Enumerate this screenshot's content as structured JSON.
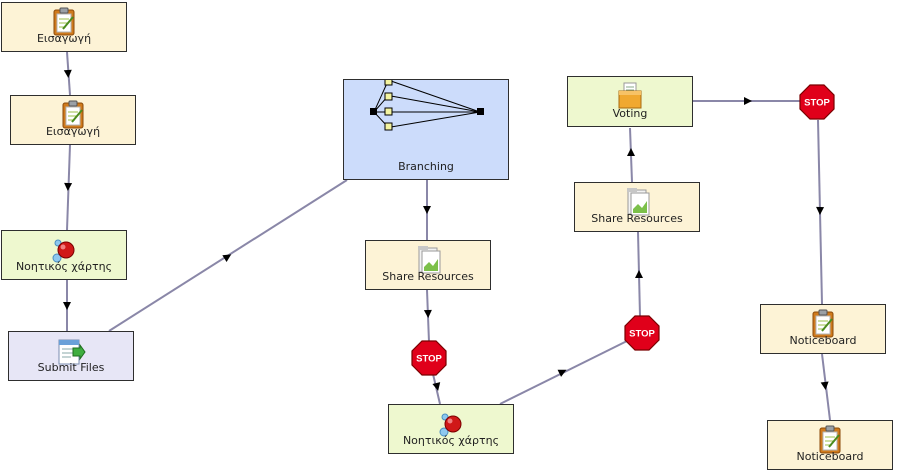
{
  "colors": {
    "connector": "#8a87a8",
    "arrowhead": "#000000",
    "stop_red": "#e0001a",
    "yellow_node": "#fdf3d6",
    "green_node": "#eef8cf",
    "blue_node": "#ccdcfb",
    "lavender_node": "#e7e6f6"
  },
  "nodes": {
    "eisagogi_1": {
      "label": "Εισαγωγή",
      "icon": "noticeboard-icon"
    },
    "eisagogi_2": {
      "label": "Εισαγωγή",
      "icon": "noticeboard-icon"
    },
    "mindmap_1": {
      "label": "Νοητικός χάρτης",
      "icon": "mindmap-icon"
    },
    "submit_files": {
      "label": "Submit Files",
      "icon": "submit-files-icon"
    },
    "branching": {
      "label": "Branching",
      "icon": "branching-icon"
    },
    "share_resources_1": {
      "label": "Share Resources",
      "icon": "share-resources-icon"
    },
    "mindmap_2": {
      "label": "Νοητικός χάρτης",
      "icon": "mindmap-icon"
    },
    "share_resources_2": {
      "label": "Share Resources",
      "icon": "share-resources-icon"
    },
    "voting": {
      "label": "Voting",
      "icon": "voting-icon"
    },
    "noticeboard_1": {
      "label": "Noticeboard",
      "icon": "noticeboard-icon"
    },
    "noticeboard_2": {
      "label": "Noticeboard",
      "icon": "noticeboard-icon"
    }
  },
  "stop_gates": {
    "stop_1": {
      "label": "STOP"
    },
    "stop_2": {
      "label": "STOP"
    },
    "stop_3": {
      "label": "STOP"
    }
  }
}
